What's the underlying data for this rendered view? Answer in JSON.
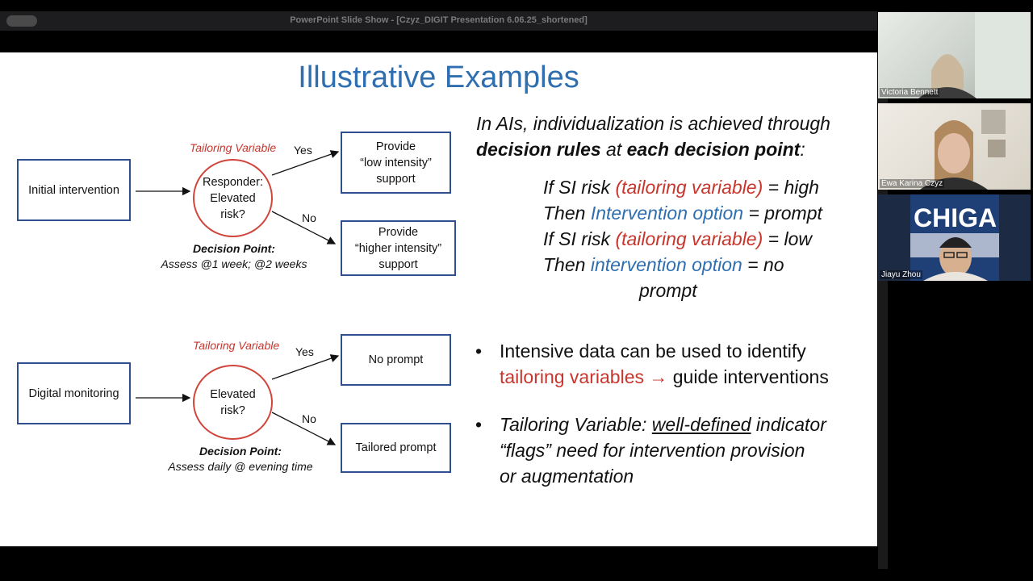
{
  "window": {
    "title": "PowerPoint Slide Show - [Czyz_DIGIT Presentation 6.06.25_shortened]"
  },
  "slide": {
    "title": "Illustrative Examples",
    "diagram1": {
      "start_box": "Initial intervention",
      "tailoring_label": "Tailoring Variable",
      "decision_line1": "Responder:",
      "decision_line2": "Elevated",
      "decision_line3": "risk?",
      "yes": "Yes",
      "no": "No",
      "yes_box_line1": "Provide",
      "yes_box_line2": "“low intensity”",
      "yes_box_line3": "support",
      "no_box_line1": "Provide",
      "no_box_line2": "“higher intensity”",
      "no_box_line3": "support",
      "decision_point_label": "Decision Point:",
      "decision_point_text": "Assess @1 week; @2 weeks"
    },
    "diagram2": {
      "start_box": "Digital monitoring",
      "tailoring_label": "Tailoring Variable",
      "decision_line1": "Elevated",
      "decision_line2": "risk?",
      "yes": "Yes",
      "no": "No",
      "yes_box": "No prompt",
      "no_box": "Tailored prompt",
      "decision_point_label": "Decision Point:",
      "decision_point_text": "Assess daily @ evening time"
    },
    "right": {
      "intro_line1": "In AIs, individualization is achieved through",
      "intro_bold1": "decision rules",
      "intro_mid": " at ",
      "intro_bold2": "each decision point",
      "intro_end": ":",
      "rule1_a": "If  SI risk ",
      "rule1_tv": "(tailoring variable)",
      "rule1_b": " = high",
      "rule2_a": "Then ",
      "rule2_io": "Intervention option",
      "rule2_b": " = prompt",
      "rule3_a": "If SI risk ",
      "rule3_tv": "(tailoring variable)",
      "rule3_b": " = low",
      "rule4_a": "Then ",
      "rule4_io": "intervention option",
      "rule4_b": " = no",
      "rule5": "prompt",
      "bullet1_line1": "Intensive data can be used to identify",
      "bullet1_red": "tailoring variables",
      "bullet1_arrow": "→",
      "bullet1_end": " guide interventions",
      "bullet2_a": "Tailoring Variable: ",
      "bullet2_u": "well-defined",
      "bullet2_b": " indicator",
      "bullet2_line2": "“flags” need  for intervention provision",
      "bullet2_line3": "or augmentation"
    }
  },
  "participants": [
    {
      "name": "Victoria Bennett"
    },
    {
      "name": "Ewa Karina Czyz"
    },
    {
      "name": "Jiayu Zhou"
    }
  ],
  "jiayu_bg_text": "CHIGA",
  "colors": {
    "title_blue": "#2f6fb0",
    "accent_red": "#c8352c",
    "box_border": "#2f4f8f"
  }
}
